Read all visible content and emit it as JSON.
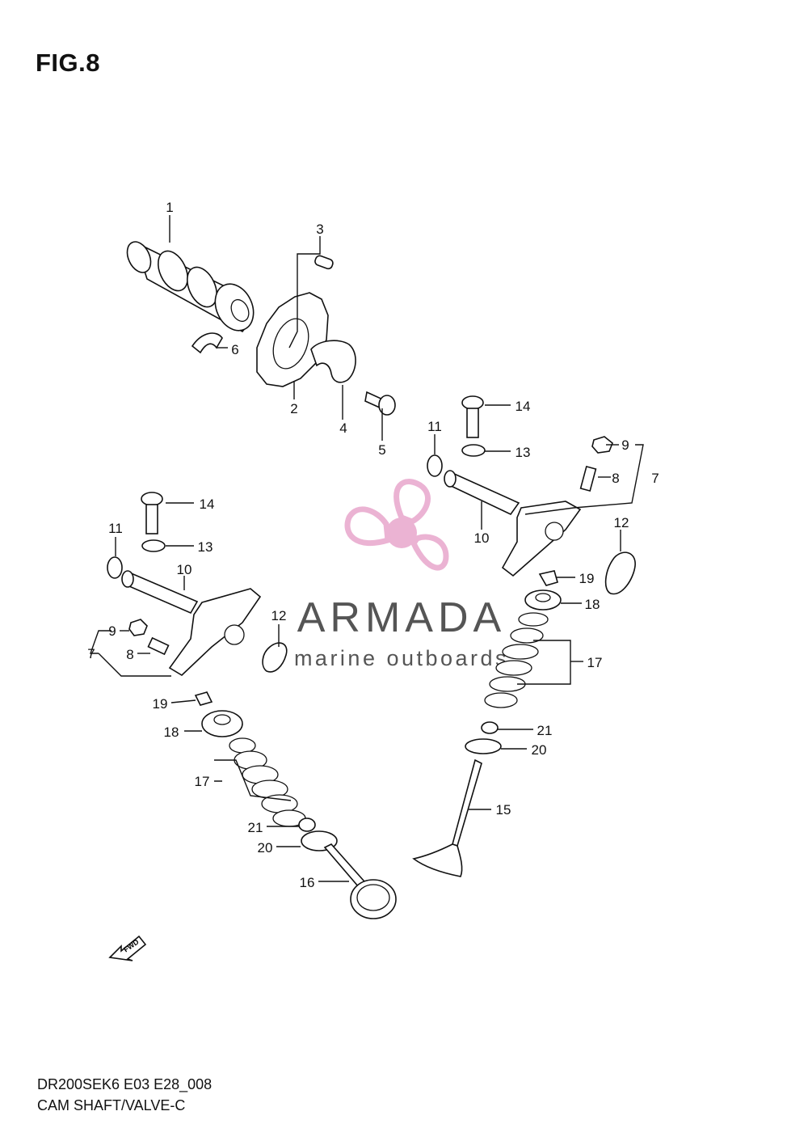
{
  "figure": {
    "title": "FIG.8",
    "code": "DR200SEK6 E03 E28_008",
    "name": "CAM SHAFT/VALVE-C"
  },
  "watermark": {
    "brand": "ARMADA",
    "tagline": "marine outboards",
    "logo_color": "#e8a6cc"
  },
  "fwd_label": "FWD",
  "callouts": [
    {
      "id": "c1",
      "text": "1"
    },
    {
      "id": "c2",
      "text": "2"
    },
    {
      "id": "c3",
      "text": "3"
    },
    {
      "id": "c4",
      "text": "4"
    },
    {
      "id": "c5",
      "text": "5"
    },
    {
      "id": "c6",
      "text": "6"
    },
    {
      "id": "c7r",
      "text": "7"
    },
    {
      "id": "c8r",
      "text": "8"
    },
    {
      "id": "c9r",
      "text": "9"
    },
    {
      "id": "c10r",
      "text": "10"
    },
    {
      "id": "c11r",
      "text": "11"
    },
    {
      "id": "c12r",
      "text": "12"
    },
    {
      "id": "c13r",
      "text": "13"
    },
    {
      "id": "c14r",
      "text": "14"
    },
    {
      "id": "c15",
      "text": "15"
    },
    {
      "id": "c17r",
      "text": "17"
    },
    {
      "id": "c18r",
      "text": "18"
    },
    {
      "id": "c19r",
      "text": "19"
    },
    {
      "id": "c20r",
      "text": "20"
    },
    {
      "id": "c21r",
      "text": "21"
    },
    {
      "id": "c7l",
      "text": "7"
    },
    {
      "id": "c8l",
      "text": "8"
    },
    {
      "id": "c9l",
      "text": "9"
    },
    {
      "id": "c10l",
      "text": "10"
    },
    {
      "id": "c11l",
      "text": "11"
    },
    {
      "id": "c12l",
      "text": "12"
    },
    {
      "id": "c13l",
      "text": "13"
    },
    {
      "id": "c14l",
      "text": "14"
    },
    {
      "id": "c16",
      "text": "16"
    },
    {
      "id": "c17l",
      "text": "17"
    },
    {
      "id": "c18l",
      "text": "18"
    },
    {
      "id": "c19l",
      "text": "19"
    },
    {
      "id": "c20l",
      "text": "20"
    },
    {
      "id": "c21l",
      "text": "21"
    }
  ]
}
